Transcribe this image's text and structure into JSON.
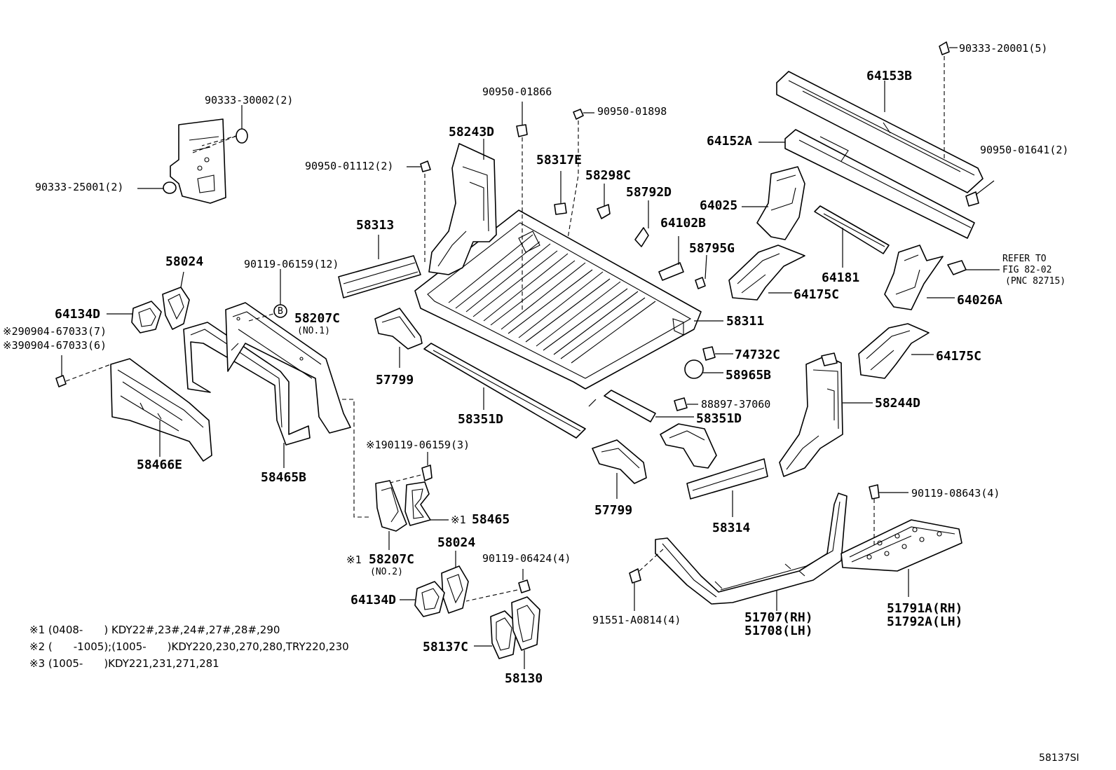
{
  "parts": {
    "p90333_20001": "90333-20001(5)",
    "p64153B": "64153B",
    "p90950_01866": "90950-01866",
    "p90950_01898": "90950-01898",
    "p90333_30002": "90333-30002(2)",
    "p58243D": "58243D",
    "p64152A": "64152A",
    "p90950_01641": "90950-01641(2)",
    "p58317E": "58317E",
    "p58298C": "58298C",
    "p90950_01112": "90950-01112(2)",
    "p90333_25001": "90333-25001(2)",
    "p64025": "64025",
    "p58792D": "58792D",
    "p64102B": "64102B",
    "p58313": "58313",
    "p58795G": "58795G",
    "p64181": "64181",
    "refer_line1": "REFER TO",
    "refer_line2": "FIG 82-02",
    "refer_line3": "(PNC 82715)",
    "p58024_top": "58024",
    "p90119_06159_12": "90119-06159(12)",
    "p64175C_a": "64175C",
    "p64026A": "64026A",
    "p64134D_top": "64134D",
    "p58207C_top": "58207C",
    "p58207C_top_no": "(NO.1)",
    "p58311": "58311",
    "p90904_7": "※290904-67033(7)",
    "p90904_6": "※390904-67033(6)",
    "p74732C": "74732C",
    "p64175C_b": "64175C",
    "p58965B": "58965B",
    "p57799_a": "57799",
    "p88897": "88897-37060",
    "p58244D": "58244D",
    "p58351D_a": "58351D",
    "p58351D_b": "58351D",
    "p90119_06159_3": "※190119-06159(3)",
    "p58466E": "58466E",
    "p58465B": "58465B",
    "p90119_08643": "90119-08643(4)",
    "p57799_b": "57799",
    "p58465": "58465",
    "p58465_mark": "※1",
    "p58314": "58314",
    "p58024_bottom": "58024",
    "p90119_06424": "90119-06424(4)",
    "p58207C_bottom": "58207C",
    "p58207C_bottom_mark": "※1",
    "p58207C_bottom_no": "(NO.2)",
    "p64134D_bottom": "64134D",
    "p51707": "51707(RH)",
    "p51708": "51708(LH)",
    "p51791A": "51791A(RH)",
    "p51792A": "51792A(LH)",
    "p91551": "91551-A0814(4)",
    "p58137C": "58137C",
    "p58130": "58130",
    "circle_b": "B"
  },
  "notes": {
    "n1": "※1 (0408-　　) KDY22#,23#,24#,27#,28#,290",
    "n2": "※2 (　　-1005);(1005-　　)KDY220,230,270,280,TRY220,230",
    "n3": "※3 (1005-　　)KDY221,231,271,281"
  },
  "figure_id": "58137SI"
}
